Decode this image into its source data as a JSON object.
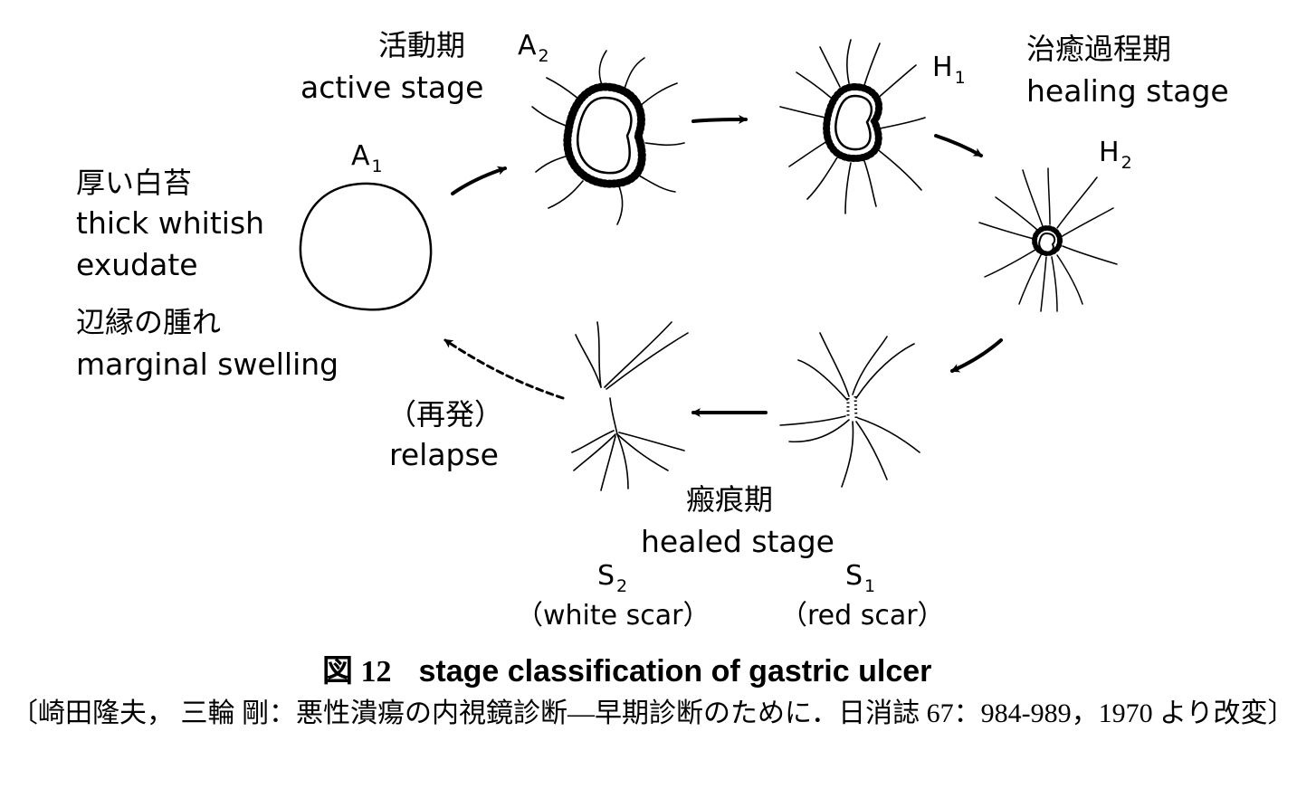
{
  "stages": {
    "a1": {
      "letter": "A",
      "sub": "1"
    },
    "a2": {
      "letter": "A",
      "sub": "2"
    },
    "h1": {
      "letter": "H",
      "sub": "1"
    },
    "h2": {
      "letter": "H",
      "sub": "2"
    },
    "s1": {
      "letter": "S",
      "sub": "1"
    },
    "s2": {
      "letter": "S",
      "sub": "2"
    }
  },
  "labels": {
    "active_jp": "活動期",
    "active_en": "active stage",
    "healing_jp": "治癒過程期",
    "healing_en": "healing stage",
    "healed_jp": "瘢痕期",
    "healed_en": "healed stage",
    "white_scar": "（white scar）",
    "red_scar": "（red scar）",
    "relapse_jp": "（再発）",
    "relapse_en": "relapse",
    "thick_jp": "厚い白苔",
    "thick_en_1": "thick whitish",
    "thick_en_2": "exudate",
    "swelling_jp": "辺縁の腫れ",
    "swelling_en": "marginal swelling"
  },
  "caption": {
    "number": "図 12",
    "title": "stage classification of gastric ulcer",
    "citation": "〔崎田隆夫， 三輪 剛：悪性潰瘍の内視鏡診断—早期診断のために．日消誌 67：984-989，1970 より改変〕"
  },
  "colors": {
    "ink": "#000000",
    "background": "#ffffff"
  }
}
